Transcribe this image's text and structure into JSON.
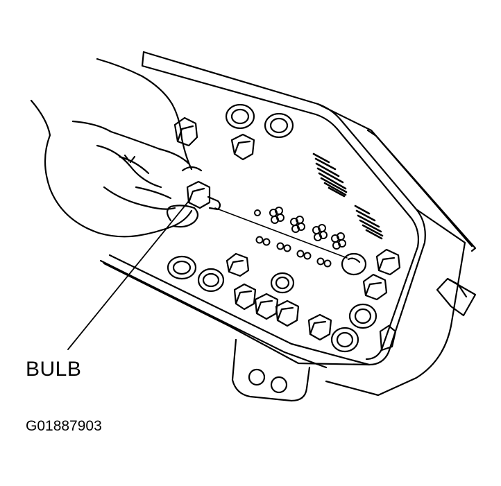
{
  "callout": {
    "label": "BULB"
  },
  "figure_id": "G01887903",
  "colors": {
    "ink": "#000000",
    "paper": "#ffffff"
  },
  "illustration": {
    "subject": "instrument-cluster-rear-housing",
    "parts": [
      "hand",
      "bulb",
      "bulb-sockets",
      "bulb-holders",
      "connector",
      "mounting-bracket",
      "leader-line"
    ]
  }
}
